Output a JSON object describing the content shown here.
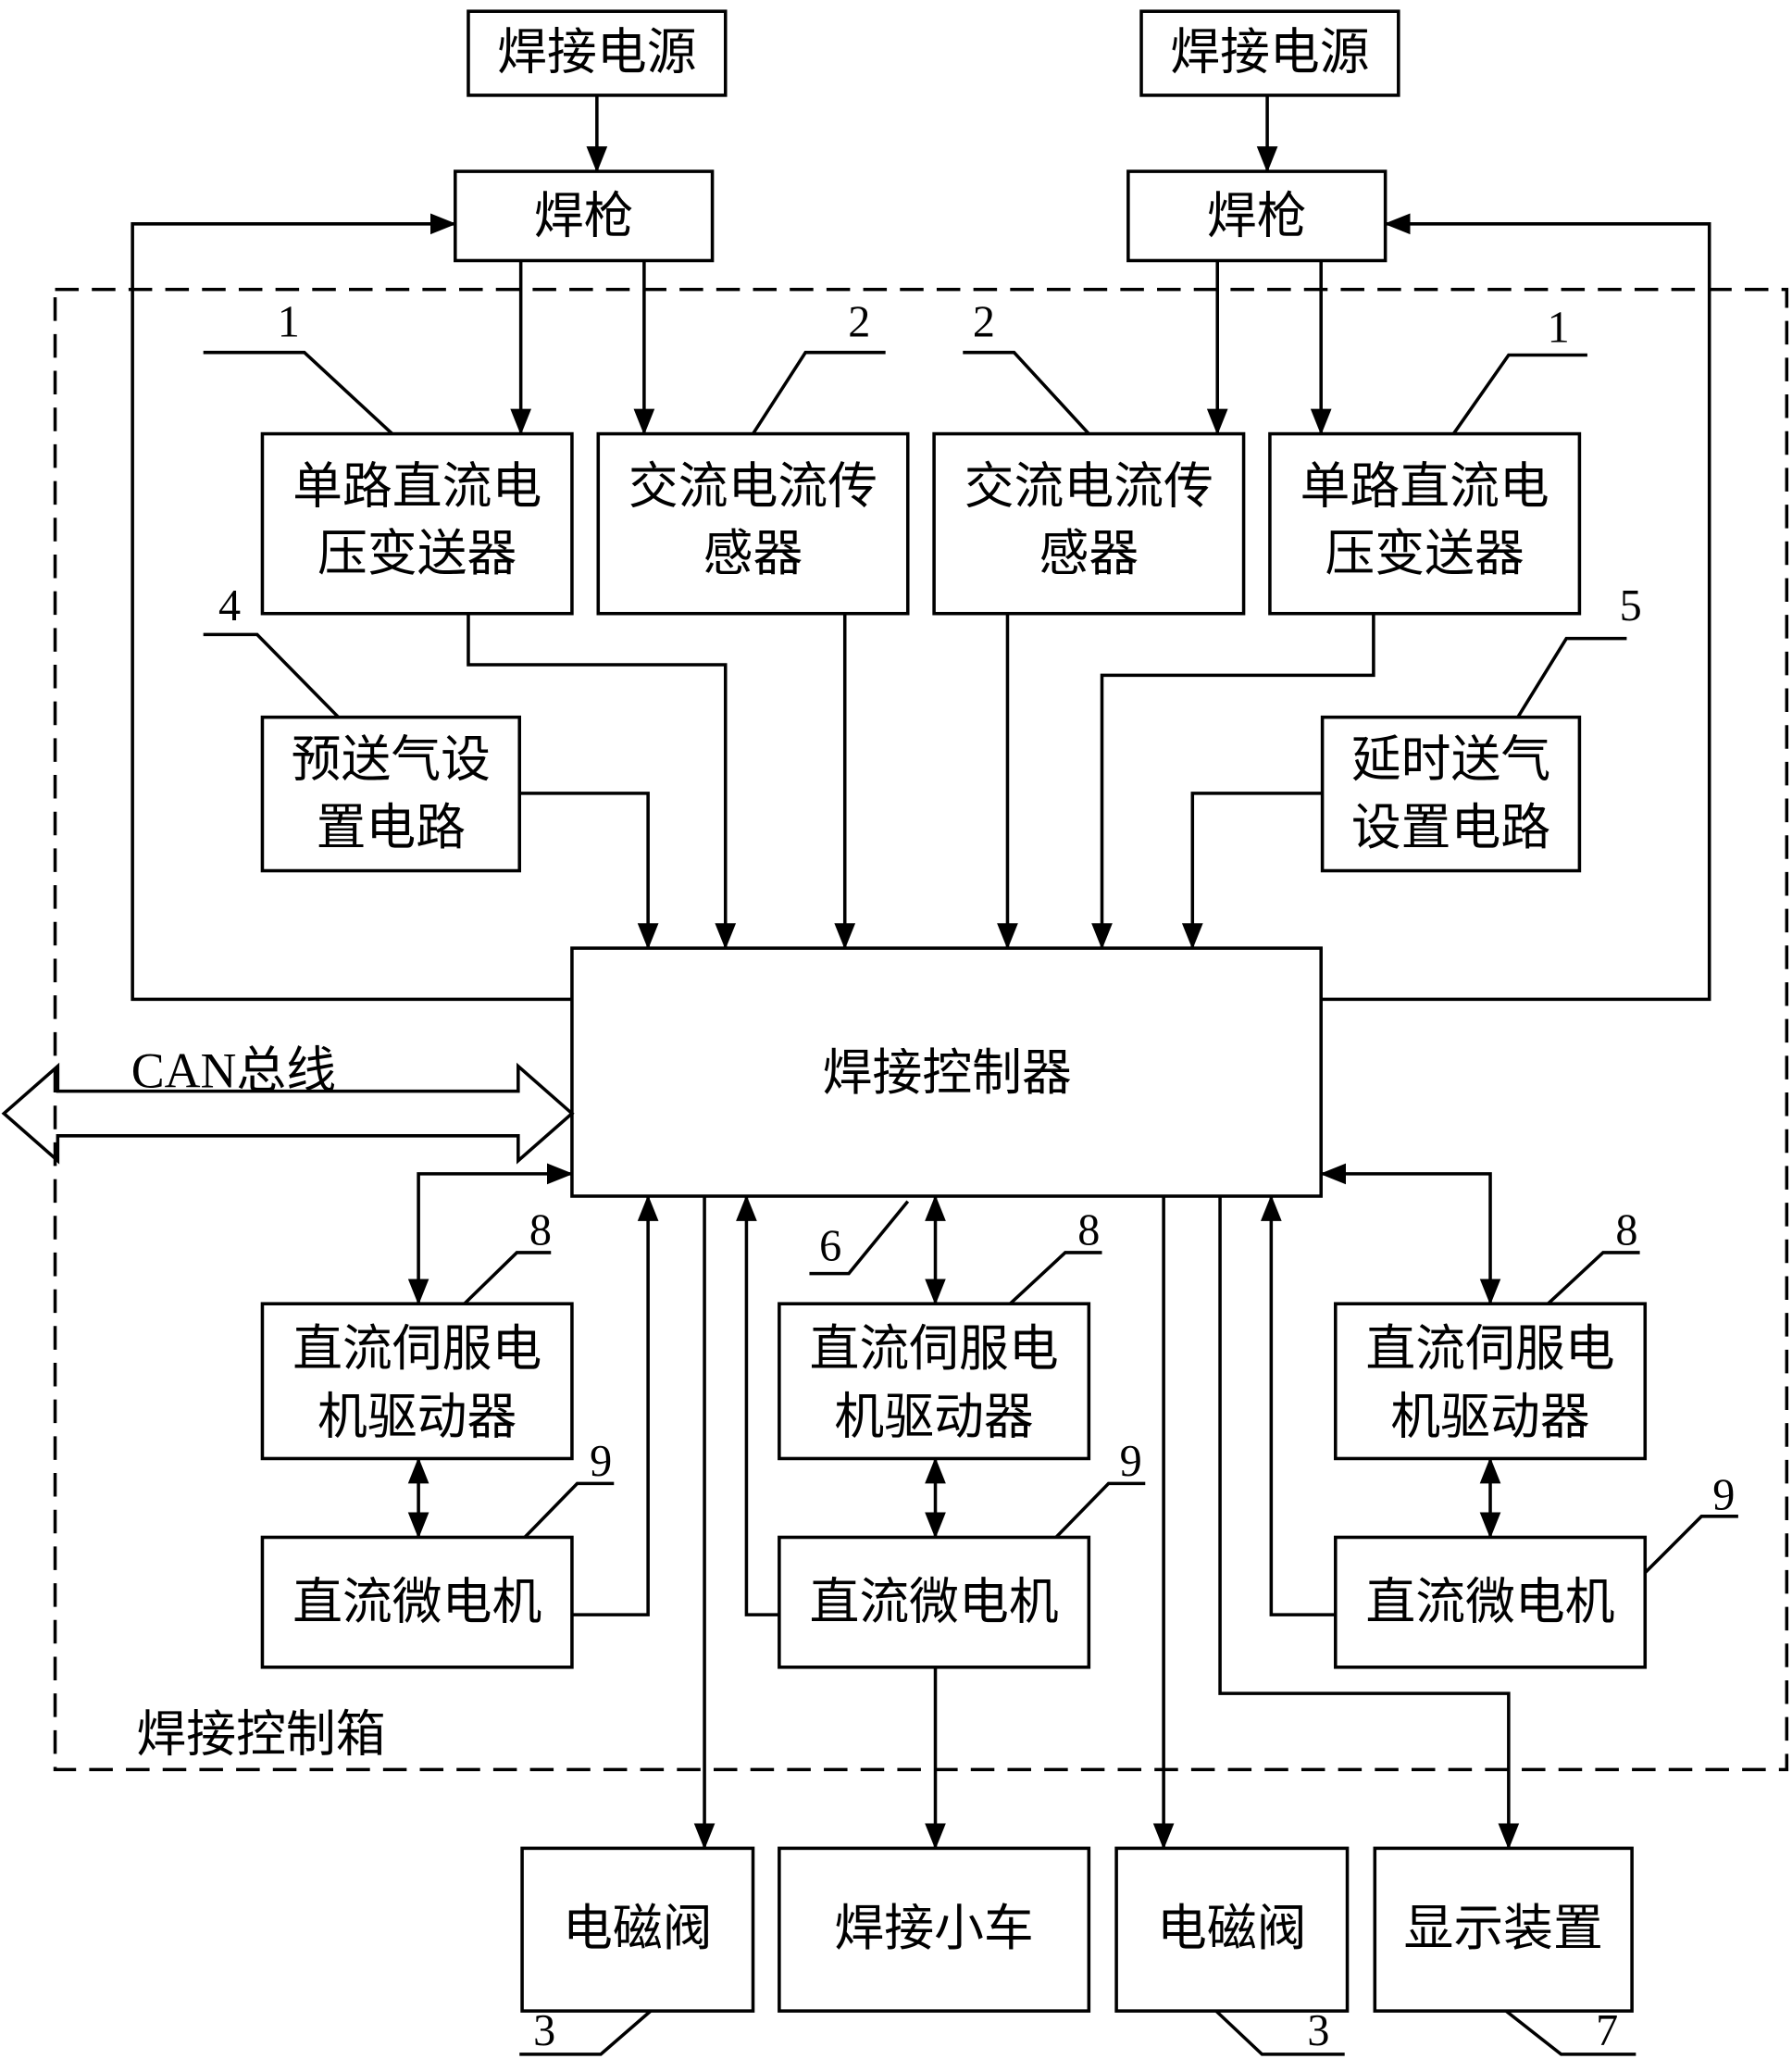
{
  "diagram": {
    "power_left": "焊接电源",
    "power_right": "焊接电源",
    "torch_left": "焊枪",
    "torch_right": "焊枪",
    "dc_voltage_left": [
      "单路直流电",
      "压变送器"
    ],
    "ac_current_left": [
      "交流电流传",
      "感器"
    ],
    "ac_current_right": [
      "交流电流传",
      "感器"
    ],
    "dc_voltage_right": [
      "单路直流电",
      "压变送器"
    ],
    "pre_gas": [
      "预送气设",
      "置电路"
    ],
    "delay_gas": [
      "延时送气",
      "设置电路"
    ],
    "controller": "焊接控制器",
    "can_bus": "CAN总线",
    "servo_driver": [
      "直流伺服电",
      "机驱动器"
    ],
    "micro_motor": "直流微电机",
    "control_box": "焊接控制箱",
    "solenoid_left": "电磁阀",
    "carriage": "焊接小车",
    "solenoid_right": "电磁阀",
    "display": "显示装置",
    "callouts": {
      "dc_voltage_left": "1",
      "ac_current_left": "2",
      "ac_current_right": "2",
      "dc_voltage_right": "1",
      "pre_gas": "4",
      "delay_gas": "5",
      "controller": "6",
      "driver_left": "8",
      "driver_mid": "8",
      "driver_right": "8",
      "motor_left": "9",
      "motor_mid": "9",
      "motor_right": "9",
      "solenoid_left": "3",
      "solenoid_right": "3",
      "display": "7"
    }
  }
}
